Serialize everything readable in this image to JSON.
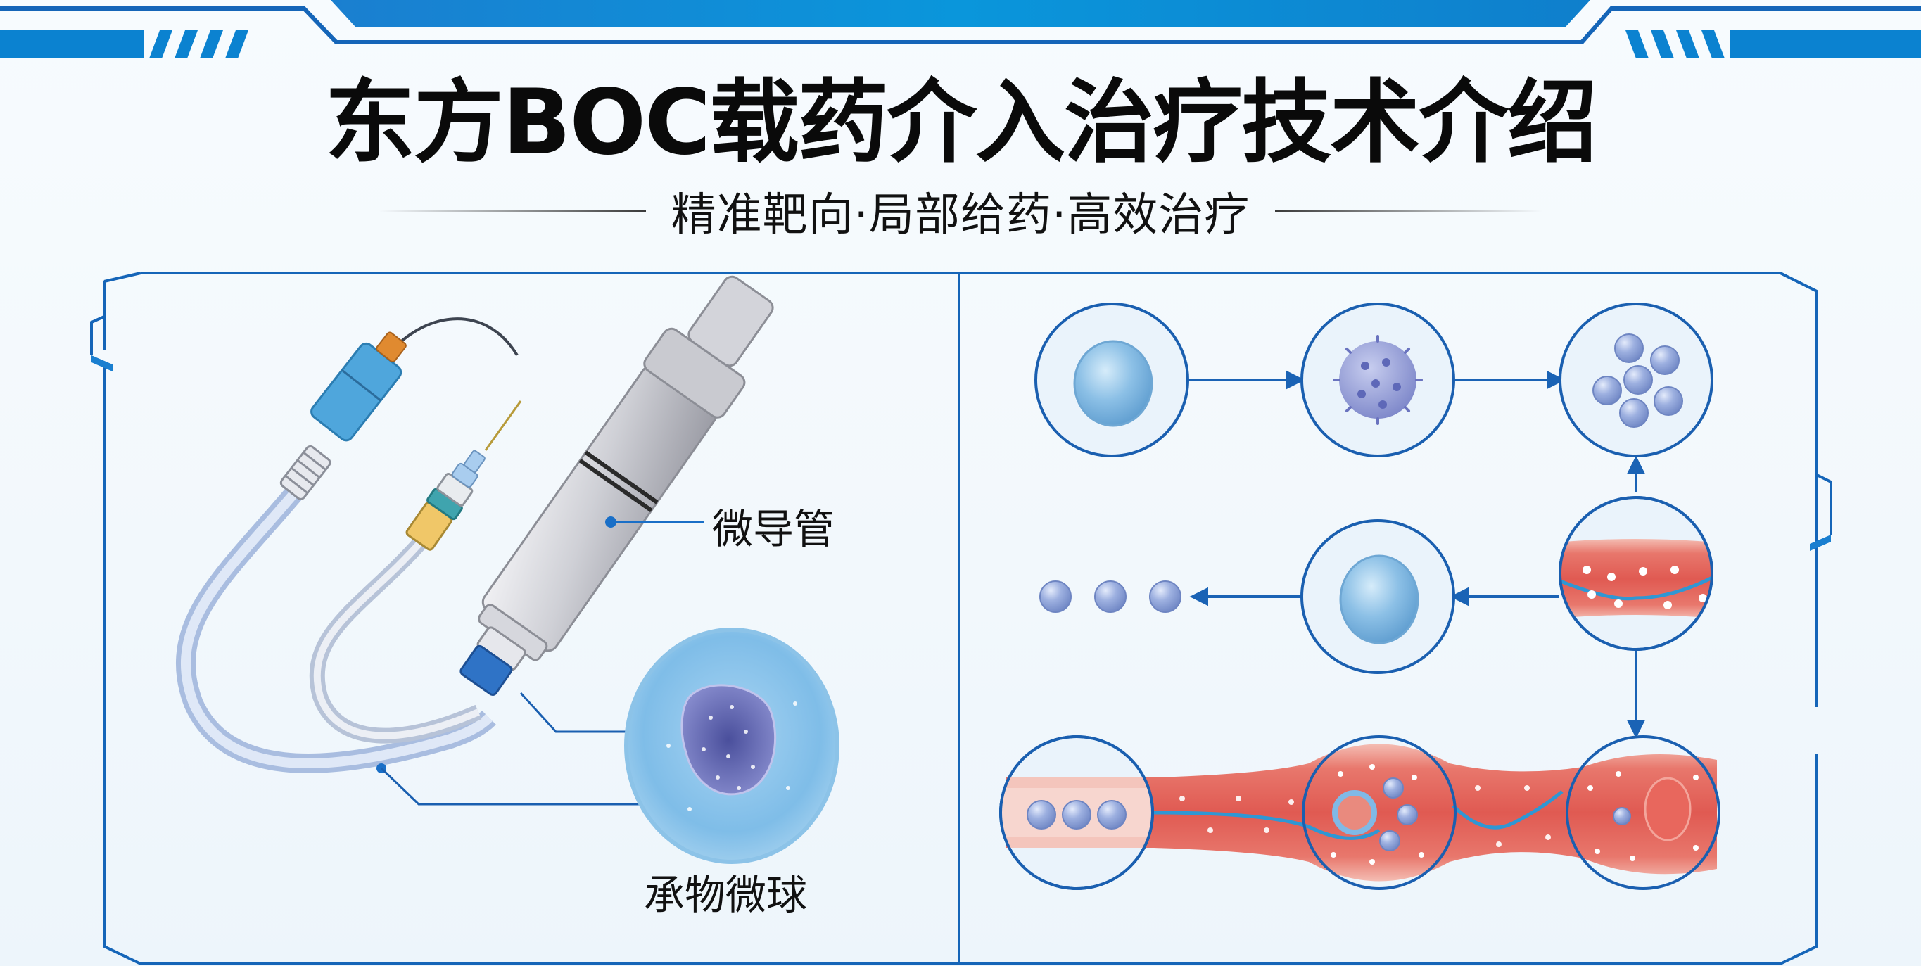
{
  "header": {
    "title": "东方BOC载药介入治疗技术介绍",
    "subtitle": "精准靶向·局部给药·高效治疗"
  },
  "colors": {
    "accent_blue": "#1a73c8",
    "banner_blue": "#0b8ad4",
    "frame_blue": "#1565b8",
    "vessel_red": "#e0625a",
    "vessel_wall": "#f2b6ac",
    "cell_blue": "#7fb2dc",
    "microsphere": "#8ea4d6",
    "background": "#f4f9fd"
  },
  "left_panel": {
    "labels": {
      "microcatheter": "微导管",
      "microsphere": "承物微球"
    },
    "components": [
      "guidewire",
      "catheter-hub-connector",
      "syringe-connector",
      "injector-barrel",
      "flexible-tubing",
      "drug-loaded-microsphere"
    ]
  },
  "right_panel": {
    "flow_steps": [
      {
        "id": "step-1",
        "icon": "cell-sphere-icon",
        "row": 1,
        "col": 1
      },
      {
        "id": "step-2",
        "icon": "spiky-virus-icon",
        "row": 1,
        "col": 2
      },
      {
        "id": "step-3",
        "icon": "microsphere-cluster-icon",
        "row": 1,
        "col": 3
      },
      {
        "id": "step-4",
        "icon": "blood-vessel-catheter-icon",
        "row": 2,
        "col": 3
      },
      {
        "id": "step-5",
        "icon": "cell-sphere-icon",
        "row": 2,
        "col": 2
      },
      {
        "id": "step-6",
        "icon": "three-microspheres-icon",
        "row": 2,
        "col": 1
      },
      {
        "id": "step-7",
        "icon": "vessel-microspheres-icon",
        "row": 3,
        "col": 1
      },
      {
        "id": "step-8",
        "icon": "vessel-bulge-embolization-icon",
        "row": 3,
        "col": 2
      },
      {
        "id": "step-9",
        "icon": "vessel-tumor-icon",
        "row": 3,
        "col": 3
      }
    ],
    "arrows": [
      {
        "from": "step-1",
        "to": "step-2",
        "direction": "right"
      },
      {
        "from": "step-2",
        "to": "step-3",
        "direction": "right"
      },
      {
        "from": "step-4",
        "to": "step-3",
        "direction": "up"
      },
      {
        "from": "step-4",
        "to": "step-5",
        "direction": "left"
      },
      {
        "from": "step-5",
        "to": "step-6",
        "direction": "left"
      },
      {
        "from": "step-4",
        "to": "step-9",
        "direction": "down"
      }
    ]
  }
}
